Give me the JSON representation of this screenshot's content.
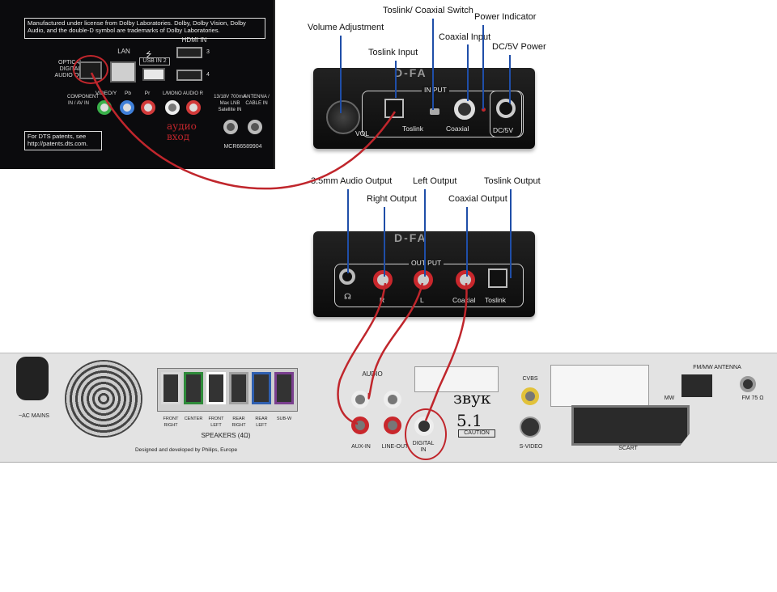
{
  "tv_panel": {
    "license_text": "Manufactured under license from Dolby Laboratories. Dolby, Dolby Vision, Dolby Audio, and the double-D symbol are trademarks of Dolby Laboratories.",
    "optical_label": "OPTICAL DIGITAL AUDIO OUT",
    "lan_label": "LAN",
    "usb_label": "USB IN 2",
    "hdmi_label": "HDMI IN",
    "hdmi_port_3": "3",
    "hdmi_port_4": "4",
    "component_label": "COMPONENT IN / AV IN",
    "video_label": "VIDEO/Y",
    "pb_label": "Pb",
    "pr_label": "Pr",
    "audio_label": "L/MONO AUDIO R",
    "lnb_label": "13/18V 700mA Max LNB Satellite IN",
    "antenna_label": "ANTENNA / CABLE IN",
    "model": "MCR66589904",
    "dts_text": "For DTS patents, see http://patents.dts.com.",
    "handwritten_note": "аудио вход"
  },
  "dac_input": {
    "brand": "D-FA",
    "panel_title": "IN PUT",
    "vol_label": "VOL",
    "toslink_label": "Toslink",
    "coaxial_label": "Coaxial",
    "dc_label": "DC/5V"
  },
  "dac_output": {
    "panel_title": "OUT PUT",
    "r_label": "R",
    "l_label": "L",
    "coaxial_label": "Coaxial",
    "toslink_label": "Toslink"
  },
  "annotations": {
    "volume": "Volume Adjustment",
    "switch": "Toslink/ Coaxial Switch",
    "power_indicator": "Power Indicator",
    "coaxial_input": "Coaxial Input",
    "toslink_input": "Toslink Input",
    "dc_power": "DC/5V Power",
    "audio_35": "3.5mm Audio Output",
    "left_output": "Left Output",
    "toslink_output": "Toslink Output",
    "right_output": "Right Output",
    "coaxial_output": "Coaxial Output"
  },
  "receiver": {
    "ac_label": "~AC MAINS",
    "speakers_label": "SPEAKERS (4Ω)",
    "speaker_channels": [
      "FRONT RIGHT",
      "CENTER",
      "FRONT LEFT",
      "REAR RIGHT",
      "REAR LEFT",
      "SUB-W"
    ],
    "designed_by": "Designed and developed by Philips, Europe",
    "audio_label": "AUDIO",
    "aux_in": "AUX-IN",
    "line_out": "LINE-OUT",
    "digital_in": "DIGITAL IN",
    "cvbs": "CVBS",
    "svideo": "S-VIDEO",
    "scart": "SCART",
    "fm_antenna": "FM/MW ANTENNA",
    "fm_75": "FM 75 Ω",
    "mw": "MW",
    "caution": "CAUTION",
    "handwritten_note_line1": "звук",
    "handwritten_note_line2": "5.1"
  },
  "colors": {
    "cable": "#c0262c",
    "annotation_line": "#1f4ea8",
    "speaker_colors": [
      "#d8d8d8",
      "#2e8b3a",
      "#ffffff",
      "#a0a0a0",
      "#2f5fb0",
      "#7a3f8f"
    ]
  }
}
